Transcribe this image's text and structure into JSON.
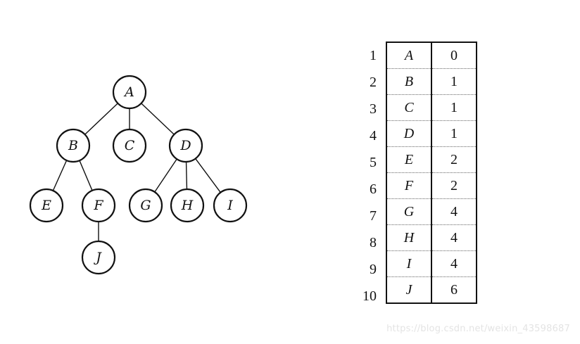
{
  "tree": {
    "nodes": [
      {
        "id": "A",
        "label": "A"
      },
      {
        "id": "B",
        "label": "B"
      },
      {
        "id": "C",
        "label": "C"
      },
      {
        "id": "D",
        "label": "D"
      },
      {
        "id": "E",
        "label": "E"
      },
      {
        "id": "F",
        "label": "F"
      },
      {
        "id": "G",
        "label": "G"
      },
      {
        "id": "H",
        "label": "H"
      },
      {
        "id": "I",
        "label": "I"
      },
      {
        "id": "J",
        "label": "J"
      }
    ],
    "edges": [
      [
        "A",
        "B"
      ],
      [
        "A",
        "C"
      ],
      [
        "A",
        "D"
      ],
      [
        "B",
        "E"
      ],
      [
        "B",
        "F"
      ],
      [
        "D",
        "G"
      ],
      [
        "D",
        "H"
      ],
      [
        "D",
        "I"
      ],
      [
        "F",
        "J"
      ]
    ]
  },
  "table": {
    "rows": [
      {
        "index": "1",
        "name": "A",
        "parent": "0"
      },
      {
        "index": "2",
        "name": "B",
        "parent": "1"
      },
      {
        "index": "3",
        "name": "C",
        "parent": "1"
      },
      {
        "index": "4",
        "name": "D",
        "parent": "1"
      },
      {
        "index": "5",
        "name": "E",
        "parent": "2"
      },
      {
        "index": "6",
        "name": "F",
        "parent": "2"
      },
      {
        "index": "7",
        "name": "G",
        "parent": "4"
      },
      {
        "index": "8",
        "name": "H",
        "parent": "4"
      },
      {
        "index": "9",
        "name": "I",
        "parent": "4"
      },
      {
        "index": "10",
        "name": "J",
        "parent": "6"
      }
    ]
  },
  "watermark": {
    "text": "https://blog.csdn.net/weixin_43598687"
  }
}
